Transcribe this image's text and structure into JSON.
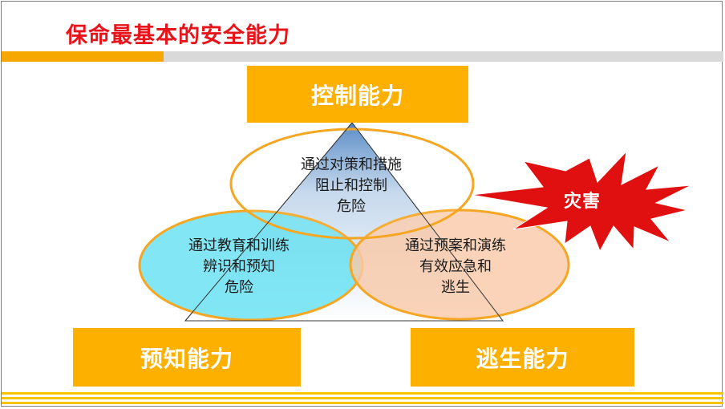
{
  "slide": {
    "title": "保命最基本的安全能力"
  },
  "capabilities": {
    "control": "控制能力",
    "predict": "预知能力",
    "escape": "逃生能力"
  },
  "circles": {
    "top": [
      "通过对策和措施",
      "阻止和控制",
      "危险"
    ],
    "left": [
      "通过教育和训练",
      "辨识和预知",
      "危险"
    ],
    "right": [
      "通过预案和演练",
      "有效应急和",
      "逃生"
    ]
  },
  "disaster": {
    "label": "灾害"
  },
  "colors": {
    "title_red": "#e8141b",
    "capability_box": "#fdb000",
    "ellipse_border": "#f5a623",
    "left_fill": "#66e0f2",
    "right_fill": "#f9c9a8",
    "starburst": "#e01010",
    "triangle": "#5b87c5"
  }
}
